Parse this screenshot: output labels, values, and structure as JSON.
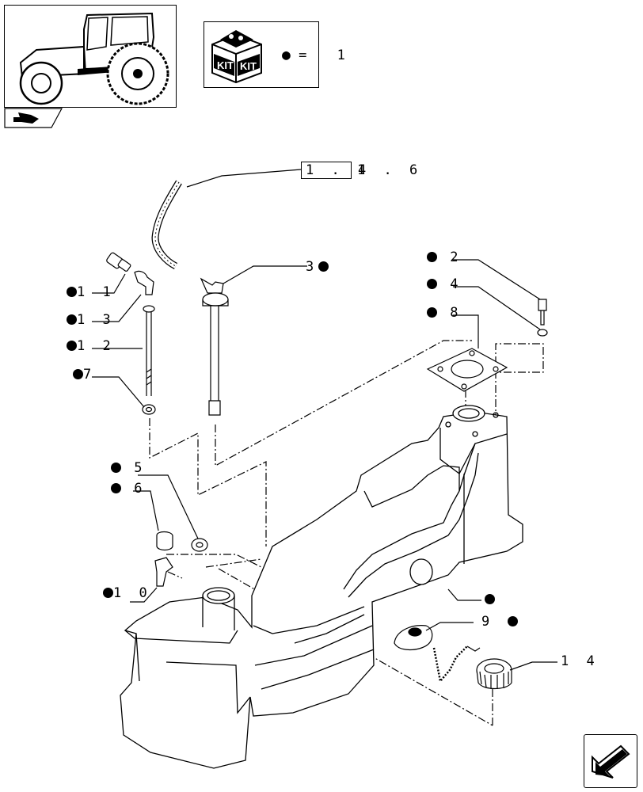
{
  "kit_legend": {
    "symbol": "●",
    "equals": "=",
    "value": "1"
  },
  "kit_icon_text": [
    "KIT",
    "KIT"
  ],
  "reference": {
    "boxed": "1 . 1",
    "rest": "4 . 6"
  },
  "callouts": [
    {
      "id": "c2",
      "text": "2"
    },
    {
      "id": "c4",
      "text": "4"
    },
    {
      "id": "c8",
      "text": "8"
    },
    {
      "id": "c3",
      "text": "3"
    },
    {
      "id": "c11",
      "text": "1 1"
    },
    {
      "id": "c13",
      "text": "1 3"
    },
    {
      "id": "c12",
      "text": "1 2"
    },
    {
      "id": "c7",
      "text": "7"
    },
    {
      "id": "c5",
      "text": "5"
    },
    {
      "id": "c6",
      "text": "6"
    },
    {
      "id": "c10",
      "text": "1 0"
    },
    {
      "id": "c9",
      "text": "9"
    },
    {
      "id": "c14",
      "text": "1 4"
    }
  ],
  "icons": {
    "thumbnail": "tractor-thumbnail-icon",
    "prev_tab": "prev-page-tab-icon",
    "kit": "kit-box-icon",
    "next": "next-page-arrow-icon"
  }
}
